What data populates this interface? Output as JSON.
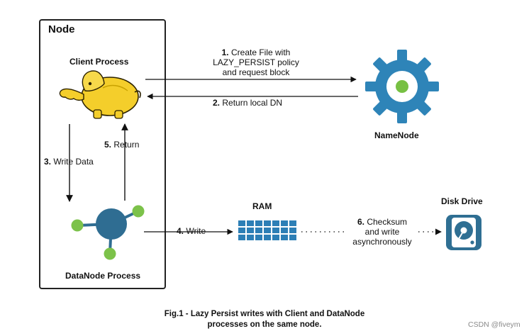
{
  "node": {
    "title": "Node"
  },
  "client": {
    "label": "Client Process",
    "icon": "hadoop-elephant-icon"
  },
  "namenode": {
    "label": "NameNode",
    "icon": "gear-icon",
    "colors": {
      "gear": "#2e84b8",
      "dot": "#77c043"
    }
  },
  "datanode": {
    "label": "DataNode Process",
    "icon": "hub-icon",
    "colors": {
      "hub": "#2f6d92",
      "nodes": "#7cc24a"
    }
  },
  "ram": {
    "label": "RAM",
    "color": "#2d7fb6"
  },
  "disk": {
    "label": "Disk Drive",
    "color": "#2f6f93"
  },
  "steps": {
    "s1": {
      "num": "1.",
      "line1": "Create File with",
      "line2": "LAZY_PERSIST policy",
      "line3": "and request block"
    },
    "s2": {
      "num": "2.",
      "text": "Return local DN"
    },
    "s3": {
      "num": "3.",
      "text": "Write Data"
    },
    "s4": {
      "num": "4.",
      "text": "Write"
    },
    "s5": {
      "num": "5.",
      "text": "Return"
    },
    "s6": {
      "num": "6.",
      "line1": "Checksum",
      "line2": "and write",
      "line3": "asynchronously"
    }
  },
  "caption": {
    "line1": "Fig.1 - Lazy Persist writes with Client and DataNode",
    "line2": "processes on the same node."
  },
  "watermark": "CSDN @fiveym"
}
